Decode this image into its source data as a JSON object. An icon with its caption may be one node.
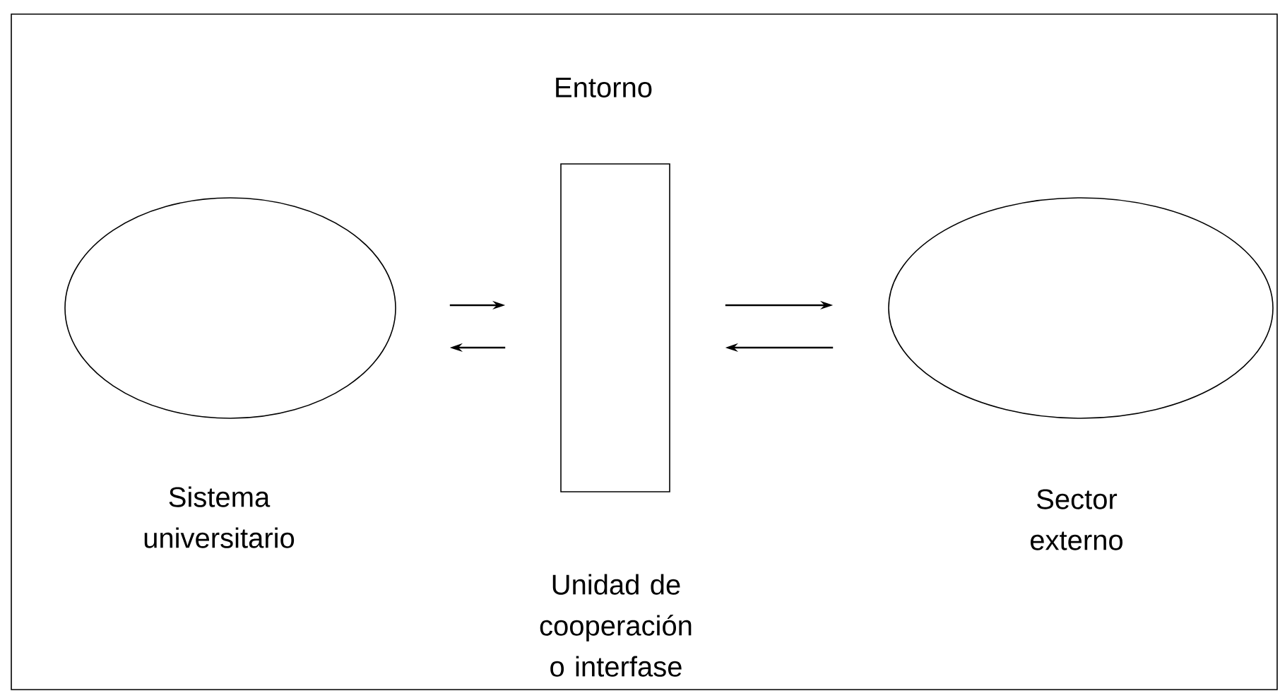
{
  "diagram": {
    "nodes": [
      {
        "text": [
          "Entorno"
        ]
      },
      {
        "text": [],
        "shape": "ellipse",
        "in": 0,
        "beside": [
          "Sistema universitario"
        ]
      },
      {
        "text": [],
        "shape": "box",
        "in": 0,
        "beside": [
          "Unidad de cooperación o interfase"
        ]
      },
      {
        "text": [],
        "shape": "ellipse",
        "in": 0,
        "beside": [
          "Sector externo"
        ]
      }
    ],
    "edges": [
      {
        "from": 1,
        "to": 2,
        "arrow": "to"
      },
      {
        "from": 2,
        "to": 1,
        "arrow": "to"
      },
      {
        "from": 2,
        "to": 3,
        "arrow": "to"
      },
      {
        "from": 3,
        "to": 2,
        "arrow": "to"
      }
    ]
  }
}
